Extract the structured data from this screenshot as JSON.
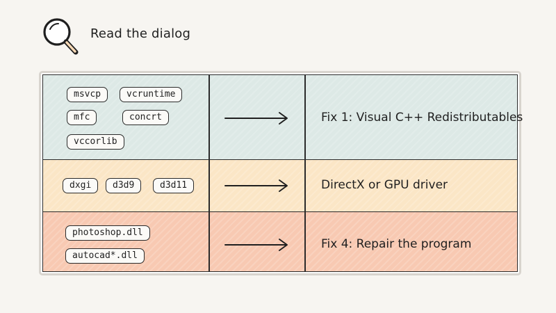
{
  "header": {
    "icon": "magnifier-icon",
    "title": "Read the dialog"
  },
  "rows": [
    {
      "tags": [
        "msvcp",
        "vcruntime",
        "mfc",
        "concrt",
        "vccorlib"
      ],
      "label": "Fix 1: Visual C++ Redistributables",
      "color": "#dde9e6"
    },
    {
      "tags": [
        "dxgi",
        "d3d9",
        "d3d11"
      ],
      "label": "DirectX or GPU driver",
      "color": "#fbe6c6"
    },
    {
      "tags": [
        "photoshop.dll",
        "autocad*.dll"
      ],
      "label": "Fix 4: Repair the program",
      "color": "#f8c9b2"
    }
  ]
}
